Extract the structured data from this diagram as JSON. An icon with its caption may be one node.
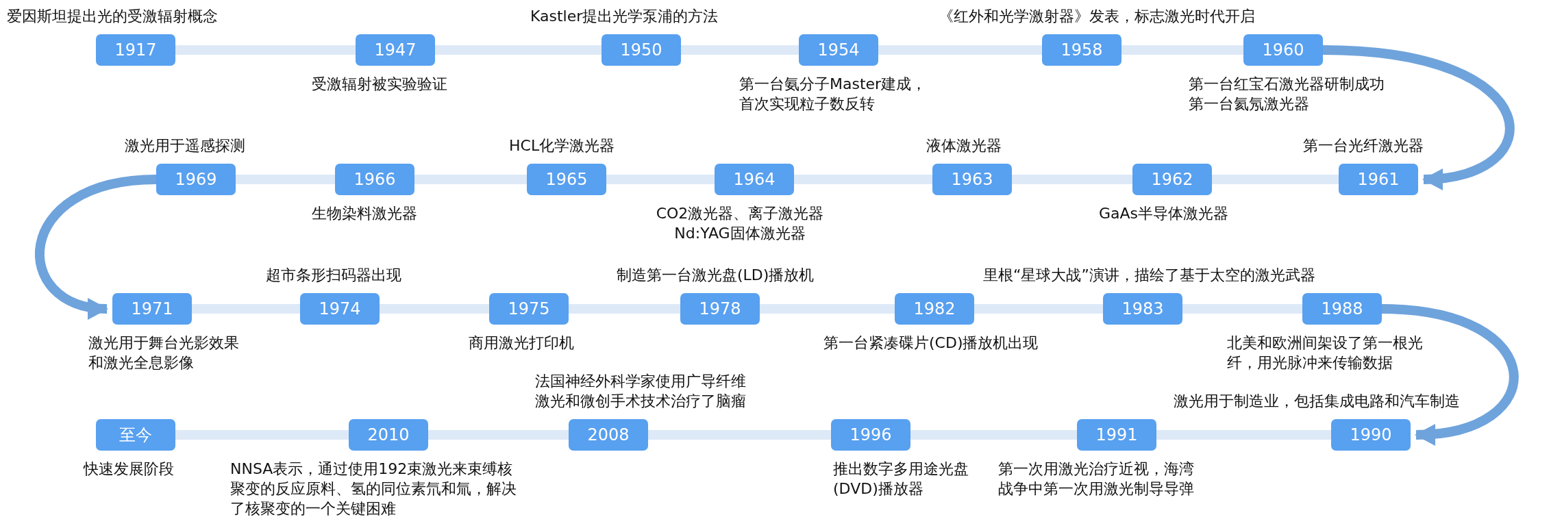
{
  "diagram": {
    "nodes": [
      {
        "text": [
          "1917"
        ],
        "beside": [
          "爱因斯坦提出光的受激辐射概念"
        ]
      },
      {
        "text": [
          "1947"
        ],
        "beside": [
          "受激辐射被实验验证"
        ]
      },
      {
        "text": [
          "1950"
        ],
        "beside": [
          "Kastler提出光学泵浦的方法"
        ]
      },
      {
        "text": [
          "1954"
        ],
        "beside": [
          "第一台氨分子Master建成，首次实现粒子数反转"
        ]
      },
      {
        "text": [
          "1958"
        ],
        "beside": [
          "《红外和光学激射器》发表，标志激光时代开启"
        ]
      },
      {
        "text": [
          "1960"
        ],
        "beside": [
          "第一台红宝石激光器研制成功",
          "第一台氦氖激光器"
        ]
      },
      {
        "text": [
          "1961"
        ],
        "beside": [
          "第一台光纤激光器"
        ]
      },
      {
        "text": [
          "1962"
        ],
        "beside": [
          "GaAs半导体激光器"
        ]
      },
      {
        "text": [
          "1963"
        ],
        "beside": [
          "液体激光器"
        ]
      },
      {
        "text": [
          "1964"
        ],
        "beside": [
          "CO2激光器、离子激光器",
          "Nd:YAG固体激光器"
        ]
      },
      {
        "text": [
          "1965"
        ],
        "beside": [
          "HCL化学激光器"
        ]
      },
      {
        "text": [
          "1966"
        ],
        "beside": [
          "生物染料激光器"
        ]
      },
      {
        "text": [
          "1969"
        ],
        "beside": [
          "激光用于遥感探测"
        ]
      },
      {
        "text": [
          "1971"
        ],
        "beside": [
          "激光用于舞台光影效果和激光全息影像"
        ]
      },
      {
        "text": [
          "1974"
        ],
        "beside": [
          "超市条形扫码器出现"
        ]
      },
      {
        "text": [
          "1975"
        ],
        "beside": [
          "商用激光打印机"
        ]
      },
      {
        "text": [
          "1978"
        ],
        "beside": [
          "制造第一台激光盘(LD)播放机"
        ]
      },
      {
        "text": [
          "1982"
        ],
        "beside": [
          "第一台紧凑碟片(CD)播放机出现"
        ]
      },
      {
        "text": [
          "1983"
        ],
        "beside": [
          "里根“星球大战”演讲，描绘了基于太空的激光武器"
        ]
      },
      {
        "text": [
          "1988"
        ],
        "beside": [
          "北美和欧洲间架设了第一根光纤，用光脉冲来传输数据"
        ]
      },
      {
        "text": [
          "1990"
        ],
        "beside": [
          "激光用于制造业，包括集成电路和汽车制造"
        ]
      },
      {
        "text": [
          "1991"
        ],
        "beside": [
          "第一次用激光治疗近视，海湾战争中第一次用激光制导导弹"
        ]
      },
      {
        "text": [
          "1996"
        ],
        "beside": [
          "推出数字多用途光盘(DVD)播放器"
        ]
      },
      {
        "text": [
          "2008"
        ],
        "beside": [
          "法国神经外科学家使用广导纤维激光和微创手术技术治疗了脑瘤"
        ]
      },
      {
        "text": [
          "2010"
        ],
        "beside": [
          "NNSA表示，通过使用192束激光来束缚核聚变的反应原料、氢的同位素氘和氚，解决了核聚变的一个关键困难"
        ]
      },
      {
        "text": [
          "至今"
        ],
        "beside": [
          "快速发展阶段"
        ]
      }
    ],
    "edges": [
      {
        "from": 0,
        "to": 1,
        "arrow": "none"
      },
      {
        "from": 1,
        "to": 2,
        "arrow": "none"
      },
      {
        "from": 2,
        "to": 3,
        "arrow": "none"
      },
      {
        "from": 3,
        "to": 4,
        "arrow": "none"
      },
      {
        "from": 4,
        "to": 5,
        "arrow": "none"
      },
      {
        "from": 5,
        "to": 6,
        "arrow": "to",
        "color": "#6fa3dc"
      },
      {
        "from": 6,
        "to": 7,
        "arrow": "none"
      },
      {
        "from": 7,
        "to": 8,
        "arrow": "none"
      },
      {
        "from": 8,
        "to": 9,
        "arrow": "none"
      },
      {
        "from": 9,
        "to": 10,
        "arrow": "none"
      },
      {
        "from": 10,
        "to": 11,
        "arrow": "none"
      },
      {
        "from": 11,
        "to": 12,
        "arrow": "none"
      },
      {
        "from": 12,
        "to": 13,
        "arrow": "to",
        "color": "#6fa3dc"
      },
      {
        "from": 13,
        "to": 14,
        "arrow": "none"
      },
      {
        "from": 14,
        "to": 15,
        "arrow": "none"
      },
      {
        "from": 15,
        "to": 16,
        "arrow": "none"
      },
      {
        "from": 16,
        "to": 17,
        "arrow": "none"
      },
      {
        "from": 17,
        "to": 18,
        "arrow": "none"
      },
      {
        "from": 18,
        "to": 19,
        "arrow": "none"
      },
      {
        "from": 19,
        "to": 20,
        "arrow": "to",
        "color": "#6fa3dc"
      },
      {
        "from": 20,
        "to": 21,
        "arrow": "none"
      },
      {
        "from": 21,
        "to": 22,
        "arrow": "none"
      },
      {
        "from": 22,
        "to": 23,
        "arrow": "none"
      },
      {
        "from": 23,
        "to": 24,
        "arrow": "none"
      },
      {
        "from": 24,
        "to": 25,
        "arrow": "none"
      }
    ]
  }
}
